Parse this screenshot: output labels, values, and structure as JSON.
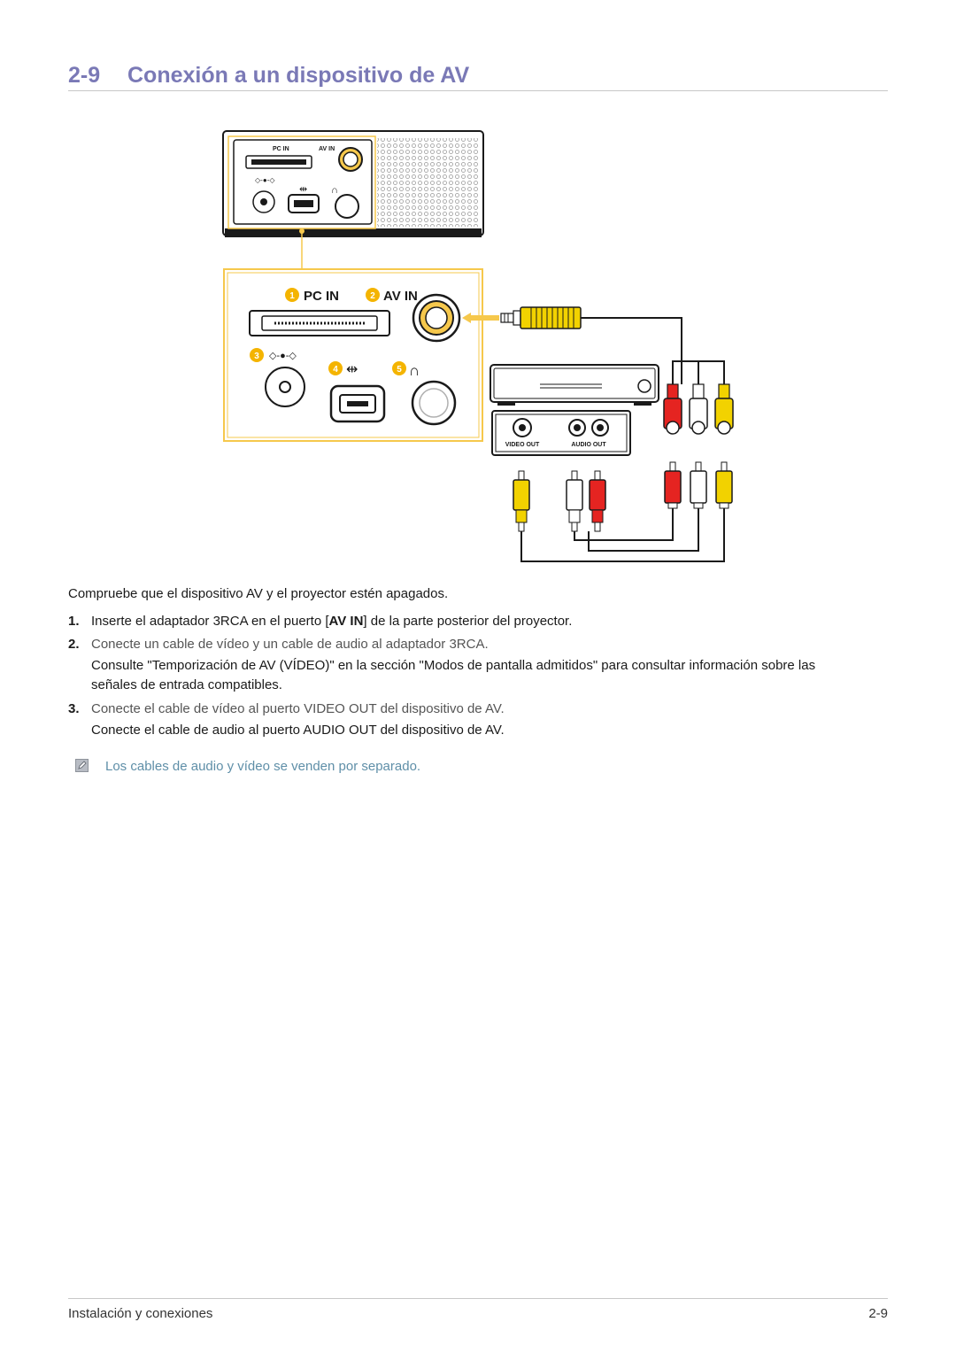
{
  "heading": {
    "number": "2-9",
    "title": "Conexión a un dispositivo de AV"
  },
  "diagram": {
    "projector_labels": {
      "pc_in": "PC IN",
      "av_in": "AV IN"
    },
    "callouts": [
      {
        "num": "1",
        "label": "PC IN"
      },
      {
        "num": "2",
        "label": "AV IN"
      },
      {
        "num": "3"
      },
      {
        "num": "4"
      },
      {
        "num": "5"
      }
    ],
    "device_labels": {
      "video_out": "VIDEO OUT",
      "audio_out": "AUDIO OUT"
    },
    "icons": [
      "dc-power-icon",
      "usb-icon",
      "headphone-icon"
    ]
  },
  "intro": "Compruebe que el dispositivo AV y el proyector estén apagados.",
  "steps": [
    {
      "num": "1.",
      "before": "Inserte el adaptador 3RCA en el puerto [",
      "strong": "AV IN",
      "after": "] de la parte posterior del proyector."
    },
    {
      "num": "2.",
      "line1": "Conecte un cable de vídeo y un cable de audio al adaptador 3RCA.",
      "line2": "Consulte \"Temporización de AV (VÍDEO)\" en la sección \"Modos de pantalla admitidos\" para consultar información sobre las",
      "line3": "señales de entrada compatibles."
    },
    {
      "num": "3.",
      "line1": "Conecte el cable de vídeo al puerto VIDEO OUT del dispositivo de AV.",
      "line2": "Conecte el cable de audio al puerto AUDIO OUT del dispositivo de AV."
    }
  ],
  "note": "Los cables de audio y vídeo se venden por separado.",
  "footer": {
    "section": "Instalación y conexiones",
    "page": "2-9"
  },
  "colors": {
    "heading": "#7a79b6",
    "callout": "#f4b400",
    "highlight": "#f6c84c",
    "rca_yellow": "#f2d200",
    "rca_red": "#e52421",
    "note_text": "#5f8fa8"
  }
}
